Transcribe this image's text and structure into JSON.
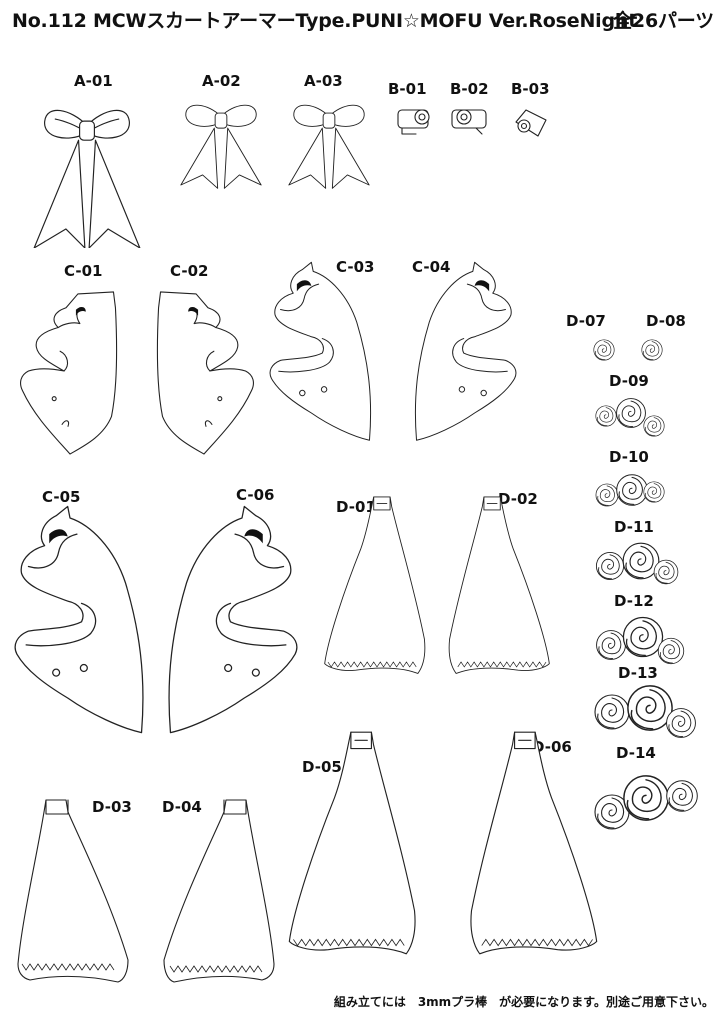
{
  "header": {
    "title": "No.112 MCWスカートアーマーType.PUNI☆MOFU Ver.RoseNight",
    "total_parts": "全26パーツ"
  },
  "parts": {
    "A-01": "A-01",
    "A-02": "A-02",
    "A-03": "A-03",
    "B-01": "B-01",
    "B-02": "B-02",
    "B-03": "B-03",
    "C-01": "C-01",
    "C-02": "C-02",
    "C-03": "C-03",
    "C-04": "C-04",
    "C-05": "C-05",
    "C-06": "C-06",
    "D-01": "D-01",
    "D-02": "D-02",
    "D-03": "D-03",
    "D-04": "D-04",
    "D-05": "D-05",
    "D-06": "D-06",
    "D-07": "D-07",
    "D-08": "D-08",
    "D-09": "D-09",
    "D-10": "D-10",
    "D-11": "D-11",
    "D-12": "D-12",
    "D-13": "D-13",
    "D-14": "D-14"
  },
  "footer": {
    "note": "組み立てには　3mmプラ棒　が必要になります。別途ご用意下さい。"
  }
}
